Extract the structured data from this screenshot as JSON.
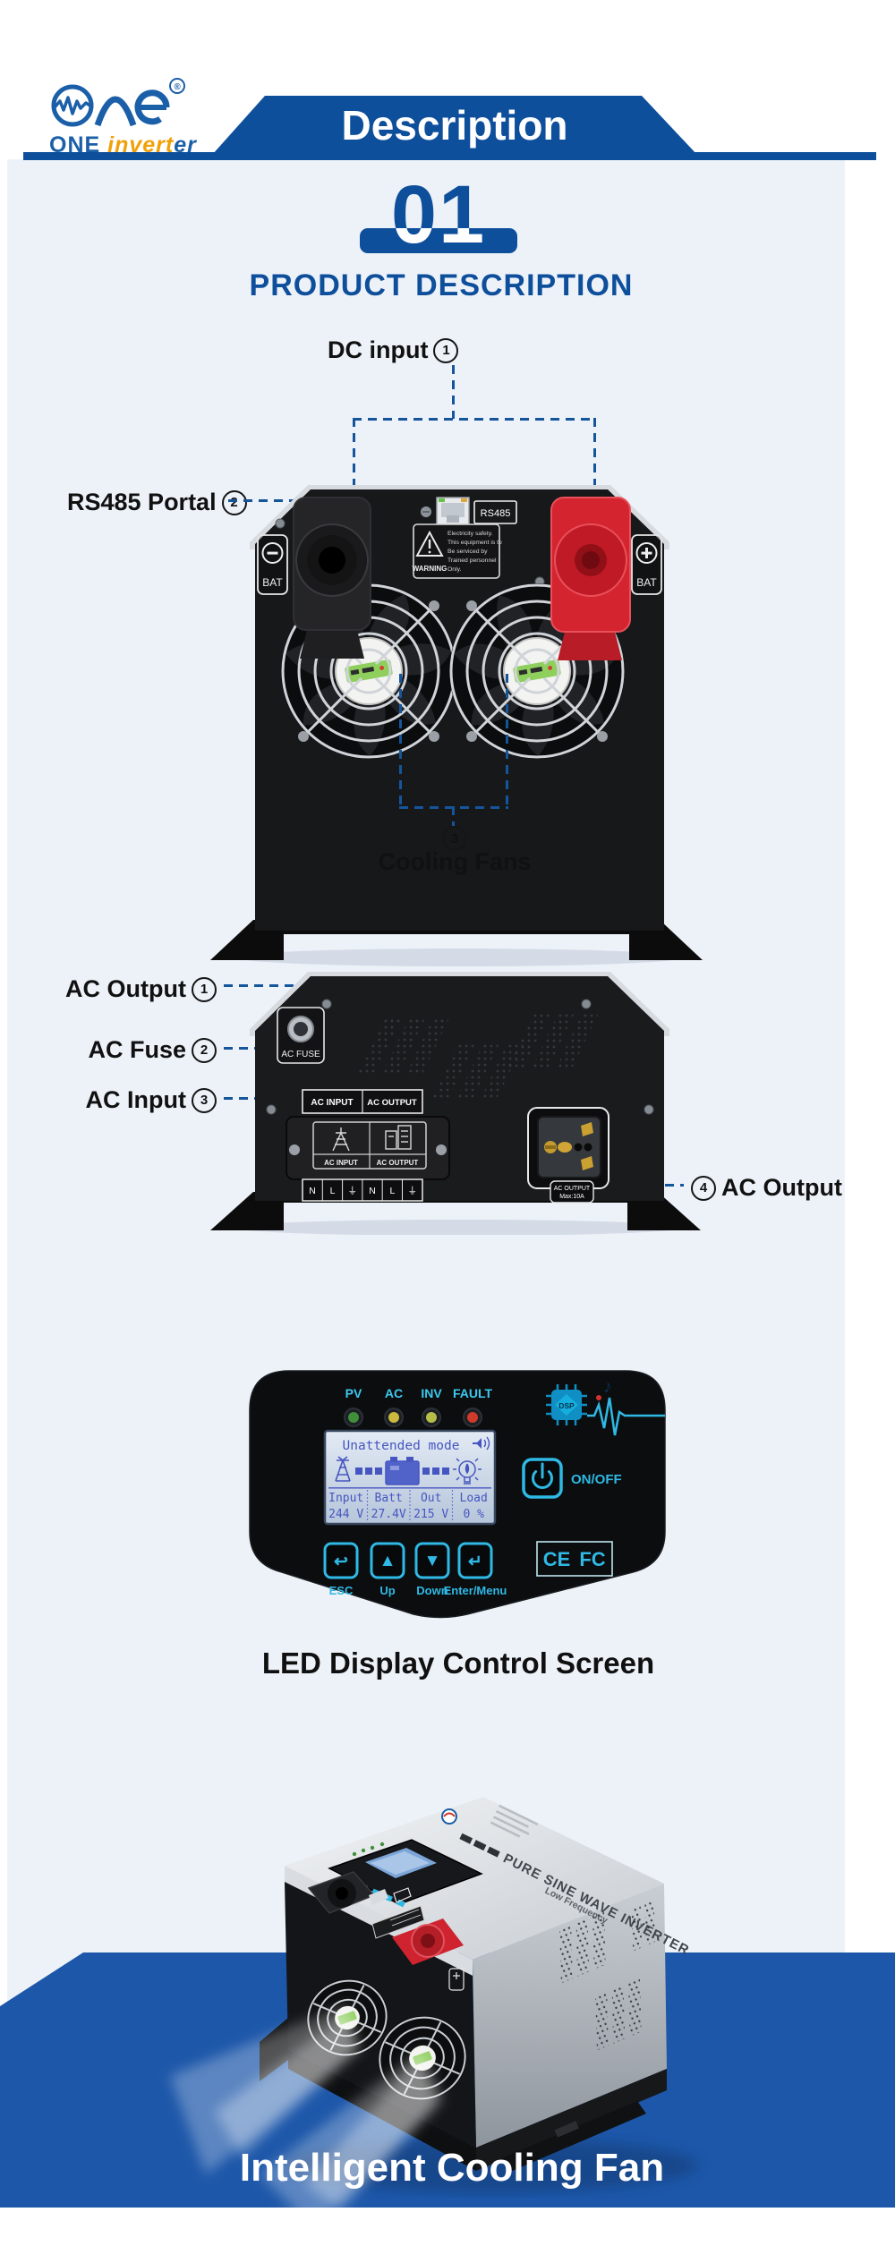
{
  "header": {
    "logo": {
      "registered": "®",
      "name_blue": "ONE ",
      "name_orange": "invert",
      "name_blue2": "er"
    },
    "banner_title": "Description"
  },
  "section_badge": {
    "number": "01",
    "title": "PRODUCT DESCRIPTION"
  },
  "figure_front": {
    "callouts": {
      "dc_input": {
        "label": "DC input",
        "num": "1"
      },
      "rs485": {
        "label": "RS485 Portal",
        "num": "2"
      },
      "cooling": {
        "label": "Cooling Fans",
        "num": "3"
      }
    },
    "device": {
      "bat_minus": "BAT",
      "bat_plus": "BAT",
      "minus_sign": "−",
      "plus_sign": "+",
      "rs485_port": "RS485",
      "warning_title": "WARNING",
      "warning_lines": [
        "Electricity safety.",
        "This equipment is to",
        "Be serviced by",
        "Trained personnel",
        "Only."
      ]
    }
  },
  "figure_rear": {
    "callouts": {
      "ac_output_top": {
        "label": "AC Output",
        "num": "1"
      },
      "ac_fuse": {
        "label": "AC Fuse",
        "num": "2"
      },
      "ac_input": {
        "label": "AC Input",
        "num": "3"
      },
      "ac_output_socket": {
        "num": "4",
        "label": "AC Output"
      }
    },
    "device": {
      "fuse_label": "AC FUSE",
      "strip_left": "AC INPUT",
      "strip_right": "AC OUTPUT",
      "cover_left": "AC INPUT",
      "cover_right": "AC OUTPUT",
      "terminals": [
        "N",
        "L",
        "⏚",
        "N",
        "L",
        "⏚"
      ],
      "socket_line1": "AC OUTPUT",
      "socket_line2": "Max:10A"
    }
  },
  "panel": {
    "leds": [
      {
        "label": "PV"
      },
      {
        "label": "AC"
      },
      {
        "label": "INV"
      },
      {
        "label": "FAULT"
      }
    ],
    "chip_label": "DSP",
    "note_glyph": "♪",
    "lcd": {
      "mode": "Unattended mode",
      "headers": [
        "Input",
        "Batt",
        "Out",
        "Load"
      ],
      "values": [
        "244 V",
        "27.4V",
        "215 V",
        "0 %"
      ]
    },
    "power_label": "ON/OFF",
    "buttons": [
      {
        "glyph": "↩",
        "label": "ESC"
      },
      {
        "glyph": "▲",
        "label": "Up"
      },
      {
        "glyph": "▼",
        "label": "Down"
      },
      {
        "glyph": "↵",
        "label": "Enter/Menu"
      }
    ],
    "cert_marks": [
      "CE",
      "FC"
    ],
    "caption": "LED Display Control Screen"
  },
  "footer": {
    "device_text": "PURE SINE WAVE INVERTER",
    "device_subtext": "Low Frequency",
    "caption": "Intelligent Cooling Fan"
  },
  "colors": {
    "brand_blue": "#0e4f9b",
    "footer_blue": "#1d57a9",
    "accent_cyan": "#2fb9e4",
    "dash_blue": "#15559c"
  }
}
